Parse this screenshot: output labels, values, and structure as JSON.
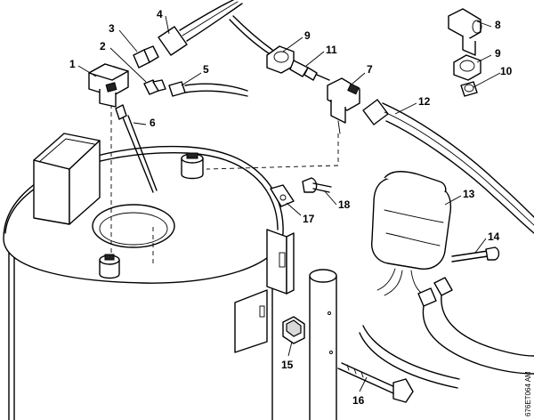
{
  "reference_code": "676ET064 AM",
  "callouts": [
    {
      "id": "c1",
      "label": "1"
    },
    {
      "id": "c2",
      "label": "2"
    },
    {
      "id": "c3",
      "label": "3"
    },
    {
      "id": "c4",
      "label": "4"
    },
    {
      "id": "c5",
      "label": "5"
    },
    {
      "id": "c6",
      "label": "6"
    },
    {
      "id": "c7",
      "label": "7"
    },
    {
      "id": "c8",
      "label": "8"
    },
    {
      "id": "c9a",
      "label": "9"
    },
    {
      "id": "c9b",
      "label": "9"
    },
    {
      "id": "c10",
      "label": "10"
    },
    {
      "id": "c11",
      "label": "11"
    },
    {
      "id": "c12",
      "label": "12"
    },
    {
      "id": "c13",
      "label": "13"
    },
    {
      "id": "c14",
      "label": "14"
    },
    {
      "id": "c15",
      "label": "15"
    },
    {
      "id": "c16",
      "label": "16"
    },
    {
      "id": "c17",
      "label": "17"
    },
    {
      "id": "c18",
      "label": "18"
    }
  ]
}
